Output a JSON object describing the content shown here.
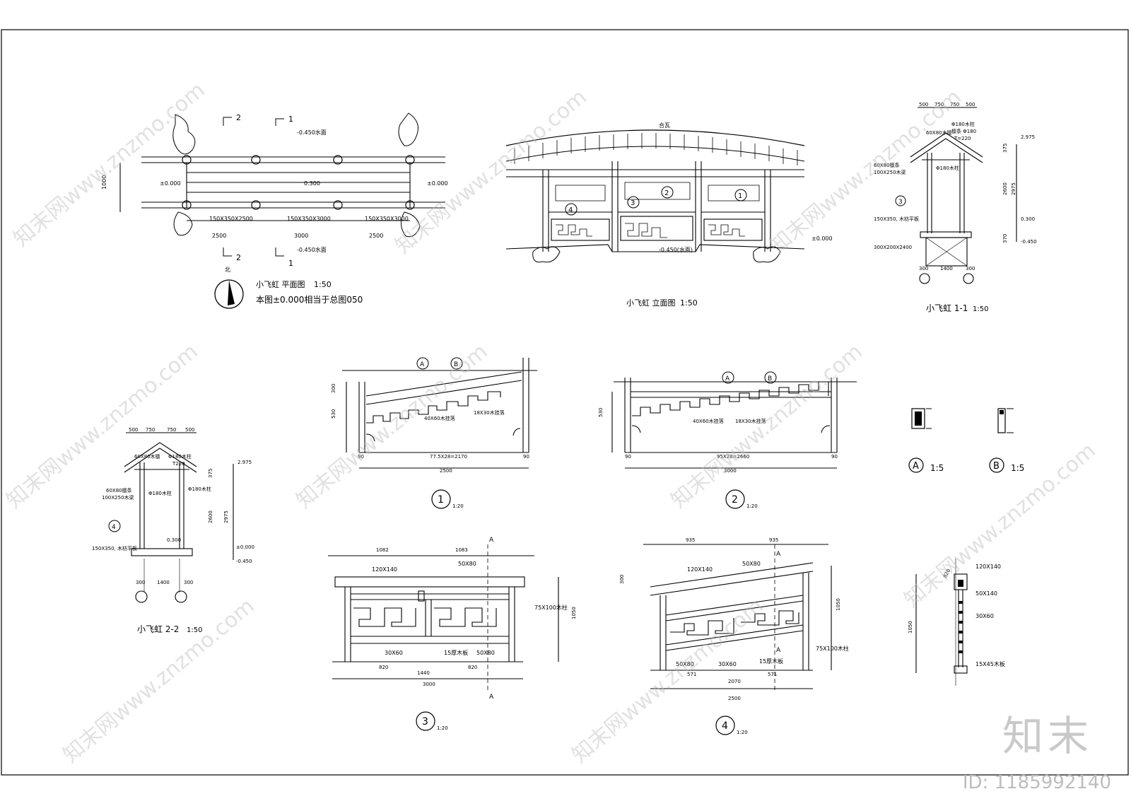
{
  "views": {
    "plan": {
      "title": "小飞虹  平面图",
      "scale": "1:50",
      "note": "本图±0.000相当于总图050",
      "beams": [
        "150X350X2500",
        "150X350X3000",
        "150X350X3000"
      ],
      "spans": [
        "2500",
        "3000",
        "2500"
      ],
      "level_water": "-0.450水面",
      "level_deck": "0.300",
      "level_ground": "±0.000",
      "section_marks": [
        "1",
        "2"
      ],
      "side_dim": "1000",
      "north": "北"
    },
    "elevation": {
      "title": "小飞虹  立面图",
      "scale": "1:50",
      "roof_label": "合瓦",
      "level_ground": "±0.000",
      "level_water": "-0.450(水面)",
      "callouts": [
        "1",
        "2",
        "3",
        "4"
      ]
    },
    "section11": {
      "title": "小飞虹  1-1",
      "scale": "1:50",
      "top_dims": [
        "500",
        "750",
        "750",
        "500"
      ],
      "labels": [
        "60X80木檩",
        "Φ180木柱",
        "檩条 Φ180",
        "T=220",
        "60X80檩条",
        "100X250木梁",
        "Φ180木柱",
        "150X350, 木枋平板",
        "300X200X2400"
      ],
      "levels": [
        "2.975",
        "0.300",
        "-0.450"
      ],
      "heights": [
        "375",
        "2600",
        "2975",
        "370"
      ],
      "base_dims": [
        "300",
        "1400",
        "300"
      ],
      "callout": "3"
    },
    "section22": {
      "title": "小飞虹  2-2",
      "scale": "1:50",
      "top_dims": [
        "500",
        "750",
        "750",
        "500"
      ],
      "labels": [
        "60X80木檩",
        "Φ180木柱",
        "T220",
        "60X80檩条",
        "100X250木梁",
        "Φ180木柱",
        "Φ180木柱",
        "150X350, 木枋平板"
      ],
      "levels": [
        "2.975",
        "0.300",
        "±0.000",
        "-0.450"
      ],
      "heights": [
        "375",
        "2600",
        "2975"
      ],
      "base_dims": [
        "300",
        "1400",
        "300"
      ],
      "callout": "4"
    },
    "detail1": {
      "num": "1",
      "scale": "1:20",
      "callouts": [
        "A",
        "B"
      ],
      "labels": [
        "40X60木挂落",
        "18X30木挂落"
      ],
      "dims": [
        "300",
        "530",
        "77.5X28=2170",
        "2500",
        "90",
        "90"
      ]
    },
    "detail2": {
      "num": "2",
      "scale": "1:20",
      "callouts": [
        "A",
        "B"
      ],
      "labels": [
        "40X60木挂落",
        "18X30木挂落"
      ],
      "dims": [
        "530",
        "95X28=2660",
        "3000",
        "90",
        "90"
      ]
    },
    "detailA": {
      "label": "A",
      "scale": "1:5"
    },
    "detailB": {
      "label": "B",
      "scale": "1:5"
    },
    "detail3": {
      "num": "3",
      "scale": "1:20",
      "labels": [
        "120X140",
        "50X80",
        "75X100木柱",
        "30X60",
        "15厚木板",
        "50X80"
      ],
      "dims": [
        "1082",
        "1083",
        "820",
        "1440",
        "820",
        "3000",
        "1050"
      ],
      "section_mark": "A"
    },
    "detail4": {
      "num": "4",
      "scale": "1:20",
      "labels": [
        "120X140",
        "50X80",
        "75X100木柱",
        "50X80",
        "30X60",
        "15厚木板"
      ],
      "dims": [
        "935",
        "935",
        "571",
        "2070",
        "571",
        "2500",
        "1050",
        "300"
      ],
      "section_mark": "A"
    },
    "detailSec": {
      "labels": [
        "120X140",
        "50X140",
        "30X60",
        "15X45木板"
      ],
      "dims": [
        "1050",
        "820"
      ]
    }
  },
  "watermark": {
    "site": "知末网www.znzmo.com",
    "brand": "知末",
    "id": "ID: 1185992140"
  }
}
